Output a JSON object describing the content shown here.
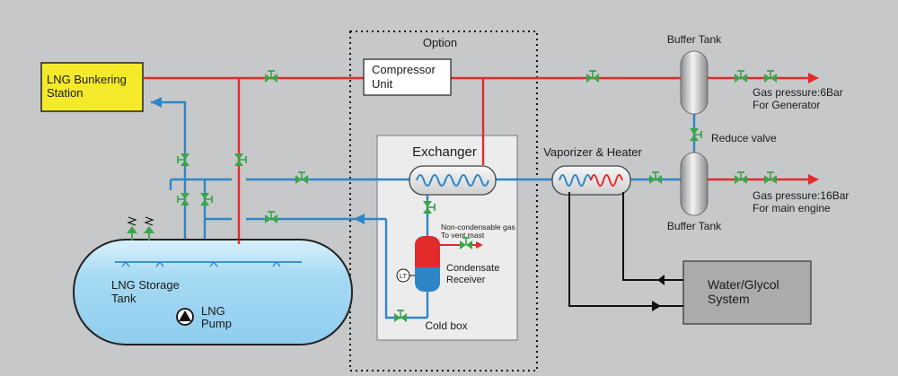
{
  "labels": {
    "option": "Option",
    "bunkering": "LNG Bunkering",
    "bunkering2": "Station",
    "compressor": "Compressor",
    "compressor2": "Unit",
    "exchanger": "Exchanger",
    "buffer_tank_top": "Buffer Tank",
    "buffer_tank_bottom": "Buffer Tank",
    "reduce_valve": "Reduce valve",
    "vaporizer": "Vaporizer & Heater",
    "gas6_line1": "Gas pressure:6Bar",
    "gas6_line2": "For Generator",
    "gas16_line1": "Gas pressure:16Bar",
    "gas16_line2": "For main engine",
    "noncond1": "Non-condensable gas",
    "noncond2": "To vent mast",
    "condensate1": "Condensate",
    "condensate2": "Receiver",
    "lt": "LT",
    "coldbox": "Cold box",
    "storage1": "LNG Storage",
    "storage2": "Tank",
    "pump1": "LNG",
    "pump2": "Pump",
    "glycol1": "Water/Glycol",
    "glycol2": "System"
  },
  "colors": {
    "background": "#c7c8ca",
    "gas_line": "#e32b2b",
    "liquid_line": "#2f86c6",
    "valve": "#3aa64a",
    "bunkering_box": "#f5e92b",
    "tank_fill": "#a6daf3"
  },
  "icons": [
    "valve-icon",
    "arrow-icon",
    "pump-icon",
    "safety-valve-icon",
    "level-transmitter-icon"
  ]
}
